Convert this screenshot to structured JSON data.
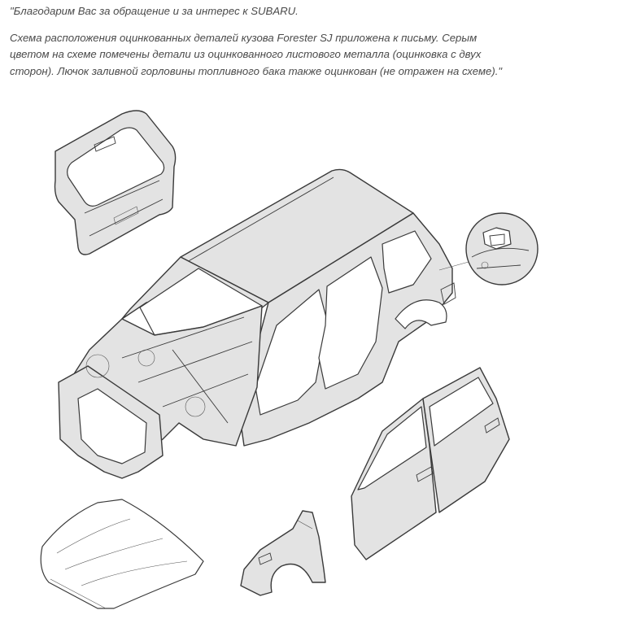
{
  "letter": {
    "greeting": "\"Благодарим Вас за обращение и за интерес к SUBARU.",
    "paragraph_line1": "Схема расположения оцинкованных деталей кузова Forester SJ приложена к письму. Серым",
    "paragraph_line2": "цветом на схеме помечены детали из оцинкованного листового металла (оцинковка с двух",
    "paragraph_line3": "сторон). Лючок заливной горловины топливного бака также оцинкован (не отражен на схеме).\""
  },
  "colors": {
    "text": "#4a4a4a",
    "galvanized_fill": "#e3e3e3",
    "line": "#3a3a3a"
  }
}
